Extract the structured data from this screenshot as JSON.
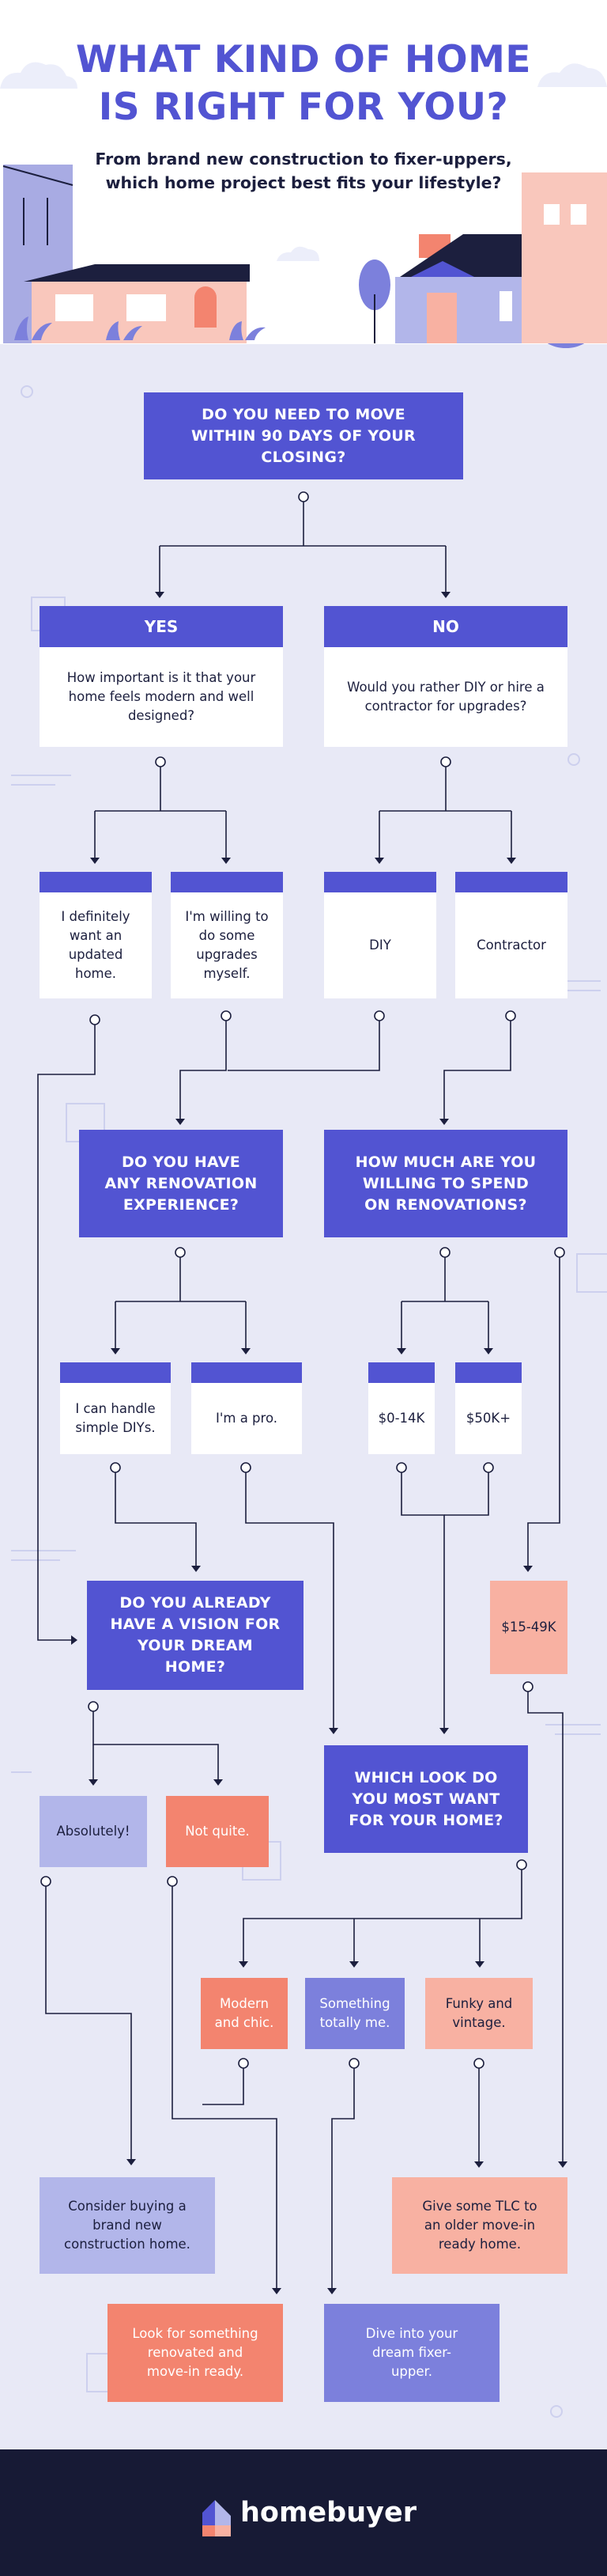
{
  "header": {
    "title_line1": "WHAT KIND OF HOME",
    "title_line2": "IS RIGHT FOR YOU?",
    "subtitle_line1": "From brand new construction to fixer-uppers,",
    "subtitle_line2": "which home project best fits your lifestyle?"
  },
  "flow": {
    "q_move": "DO YOU NEED TO MOVE WITHIN 90 DAYS OF YOUR CLOSING?",
    "yes": {
      "label": "YES",
      "question": "How important is it that your home feels modern and well designed?"
    },
    "no": {
      "label": "NO",
      "question": "Would you rather DIY or hire a contractor for upgrades?"
    },
    "ans_updated": "I definitely want an updated home.",
    "ans_willing": "I'm willing to do some upgrades myself.",
    "ans_diy": "DIY",
    "ans_contractor": "Contractor",
    "q_experience": "DO YOU HAVE ANY RENOVATION EXPERIENCE?",
    "q_spend": "HOW MUCH ARE YOU WILLING TO SPEND ON RENOVATIONS?",
    "ans_simple": "I can handle simple DIYs.",
    "ans_pro": "I'm a pro.",
    "ans_0_14": "$0-14K",
    "ans_50": "$50K+",
    "ans_15_49": "$15-49K",
    "q_vision": "DO YOU ALREADY HAVE A VISION FOR YOUR DREAM HOME?",
    "q_look": "WHICH LOOK DO YOU MOST WANT FOR YOUR HOME?",
    "ans_absolutely": "Absolutely!",
    "ans_not_quite": "Not quite.",
    "ans_modern": "Modern and chic.",
    "ans_totally_me": "Something totally me.",
    "ans_funky": "Funky and vintage.",
    "res_new_construction": "Consider buying a brand new construction home.",
    "res_tlc": "Give some TLC to an older move-in ready home.",
    "res_renovated": "Look for something renovated and move-in ready.",
    "res_fixer": "Dive into your dream fixer-upper."
  },
  "footer": {
    "brand": "homebuyer"
  },
  "colors": {
    "primary": "#5254d2",
    "background": "#e8e9f6",
    "navy": "#171a35",
    "lavender": "#b2b6ea",
    "coral": "#f3846f",
    "pink": "#f8b1a2"
  }
}
